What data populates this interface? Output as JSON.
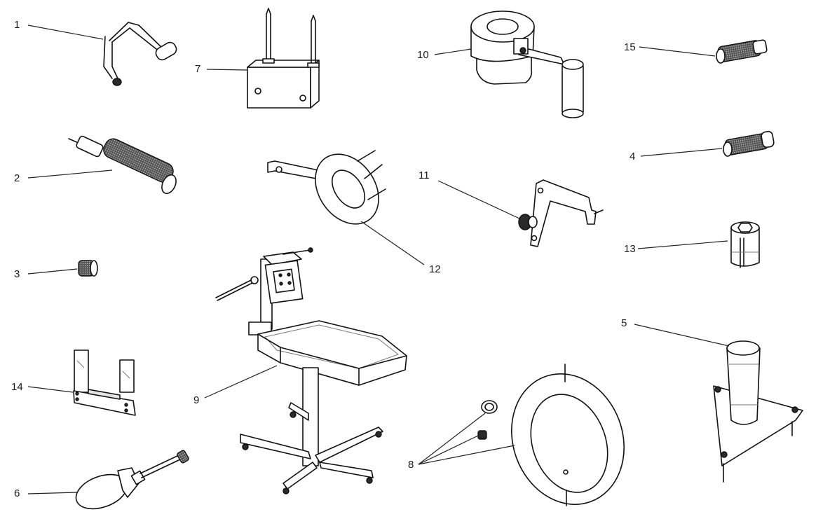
{
  "diagram": {
    "type": "exploded parts / service tools illustration",
    "callouts": [
      {
        "id": "1",
        "label": "1"
      },
      {
        "id": "2",
        "label": "2"
      },
      {
        "id": "3",
        "label": "3"
      },
      {
        "id": "4",
        "label": "4"
      },
      {
        "id": "5",
        "label": "5"
      },
      {
        "id": "6",
        "label": "6"
      },
      {
        "id": "7",
        "label": "7"
      },
      {
        "id": "8",
        "label": "8"
      },
      {
        "id": "9",
        "label": "9"
      },
      {
        "id": "10",
        "label": "10"
      },
      {
        "id": "11",
        "label": "11"
      },
      {
        "id": "12",
        "label": "12"
      },
      {
        "id": "13",
        "label": "13"
      },
      {
        "id": "14",
        "label": "14"
      },
      {
        "id": "15",
        "label": "15"
      }
    ],
    "colors": {
      "line": "#111111",
      "background": "#ffffff",
      "shade": "#e4e4e4",
      "dark": "#2a2a2a"
    }
  }
}
